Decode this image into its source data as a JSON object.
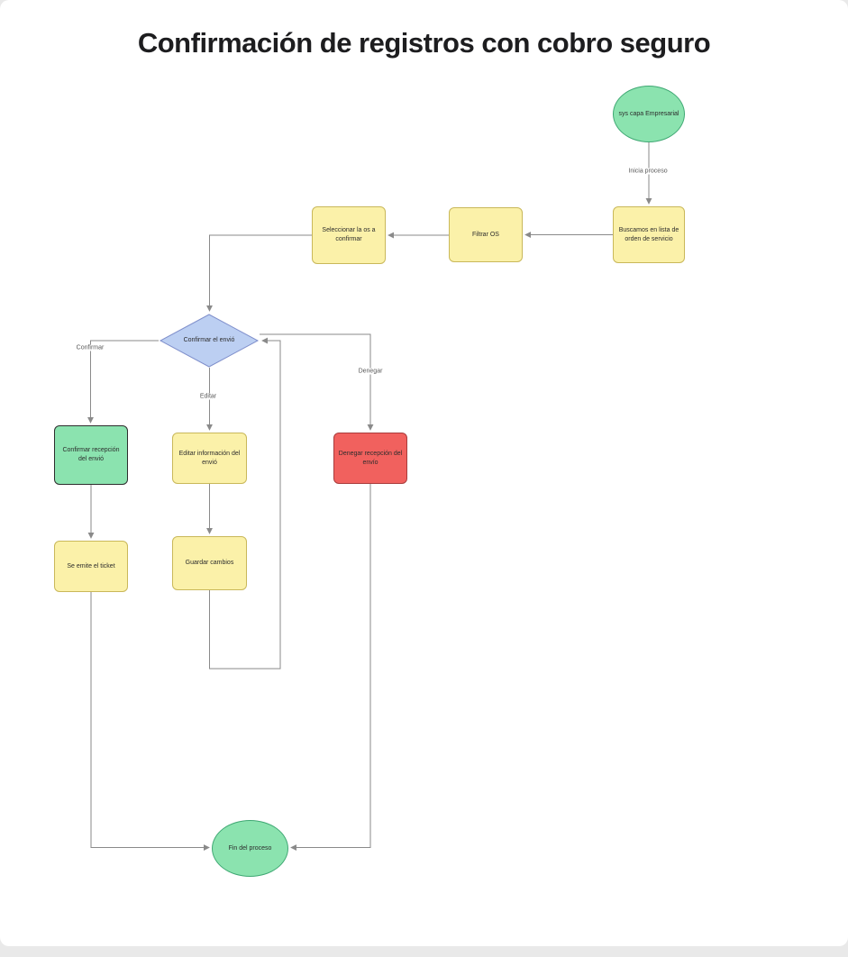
{
  "title": "Confirmación de registros con cobro seguro",
  "colors": {
    "yellow_fill": "#FBF1A9",
    "yellow_stroke": "#C9B85A",
    "green_fill": "#8BE3AF",
    "green_stroke": "#3FA873",
    "green_rect_stroke": "#2D2D2D",
    "blue_fill": "#BCCFF2",
    "blue_stroke": "#8090CC",
    "red_fill": "#F1615E",
    "red_stroke": "#A93C3C",
    "edge": "#8A8A8A"
  },
  "nodes": {
    "start": {
      "label": "sys capa Empresarial",
      "type": "ellipse"
    },
    "buscamos": {
      "label": "Buscamos en lista de orden de servicio",
      "type": "process"
    },
    "filtrar": {
      "label": "Filtrar OS",
      "type": "process"
    },
    "seleccionar": {
      "label": "Seleccionar la os a confirmar",
      "type": "process"
    },
    "decision": {
      "label": "Confirmar el envió",
      "type": "decision"
    },
    "confirmar_recepcion": {
      "label": "Confirmar recepción del envió",
      "type": "process-green"
    },
    "editar_info": {
      "label": "Editar información del envió",
      "type": "process"
    },
    "denegar_recepcion": {
      "label": "Denegar recepción del envío",
      "type": "process-red"
    },
    "se_emite": {
      "label": "Se emite el ticket",
      "type": "process"
    },
    "guardar": {
      "label": "Guardar cambios",
      "type": "process"
    },
    "fin": {
      "label": "Fin del proceso",
      "type": "ellipse"
    }
  },
  "edge_labels": {
    "inicia": "Inicia proceso",
    "confirmar": "Confirmar",
    "editar": "Editar",
    "denegar": "Denegar"
  }
}
